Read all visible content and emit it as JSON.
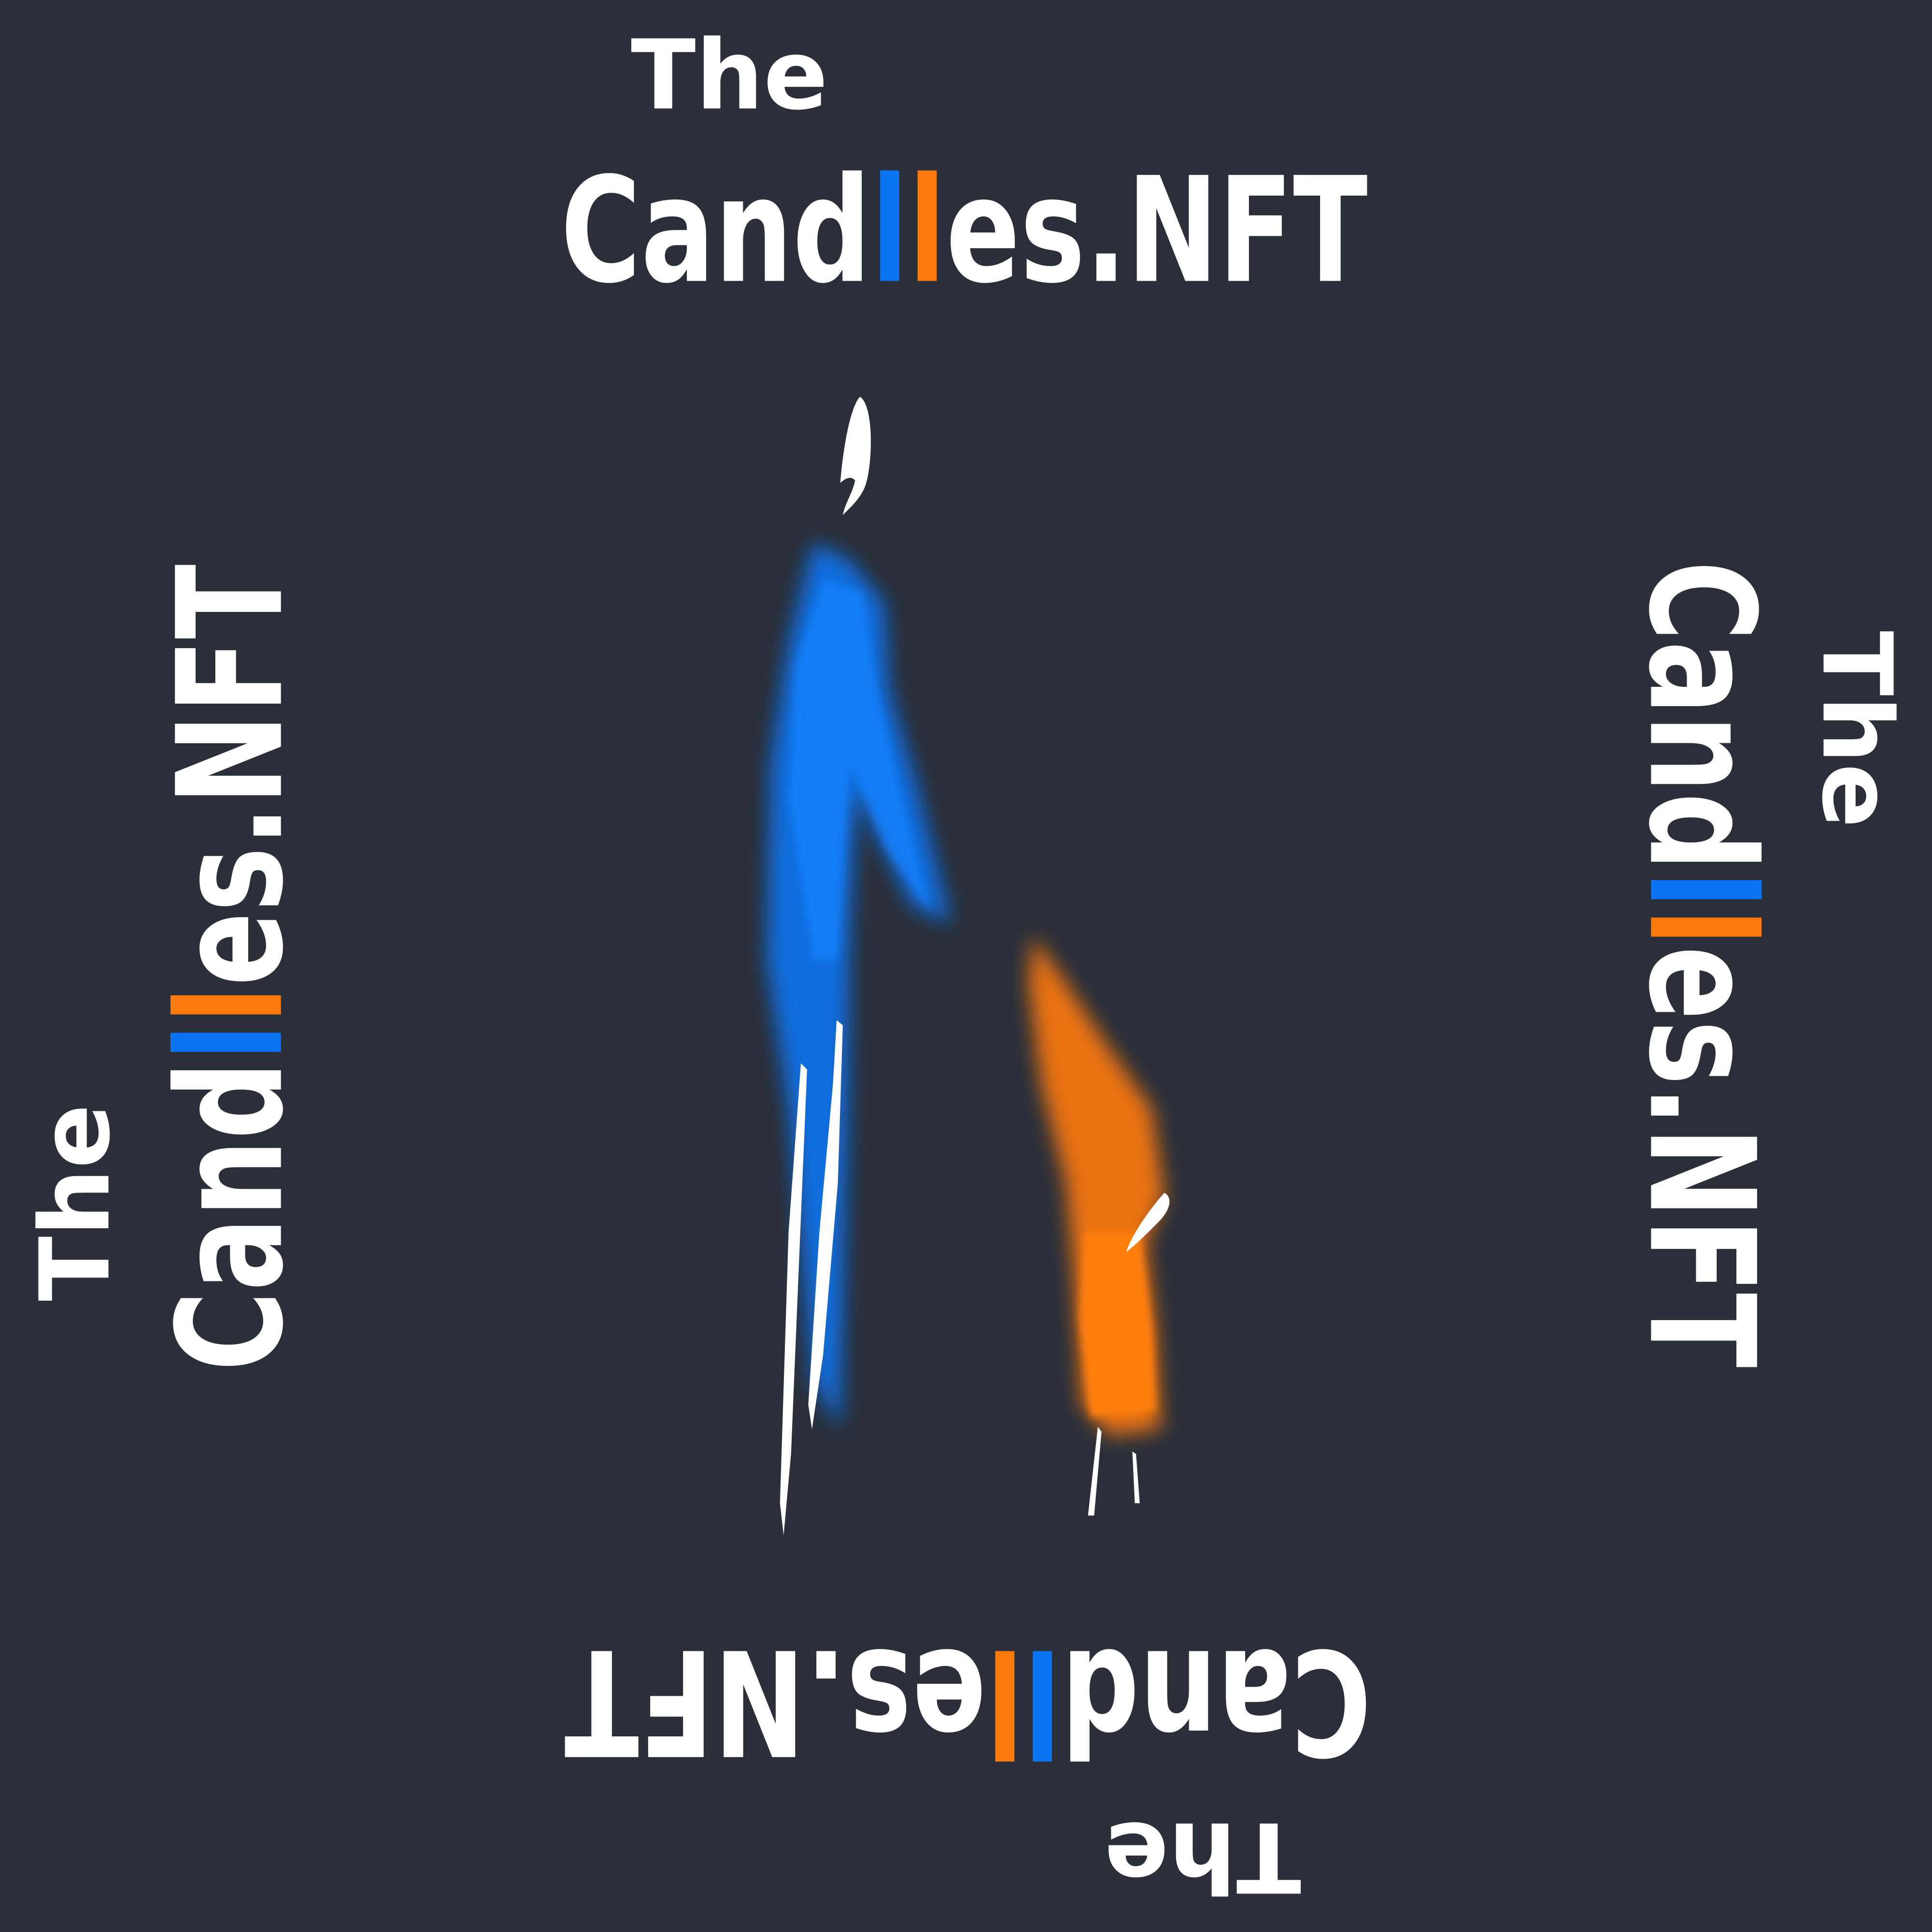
{
  "logo": {
    "line1": "The",
    "word_start": "Cand",
    "letter_l1": "l",
    "letter_l2": "l",
    "word_end": "es.NFT"
  },
  "colors": {
    "background": "#2b2f3a",
    "bullish_blue": "#0b74f0",
    "bearish_orange": "#ff7a0c",
    "text": "#ffffff"
  }
}
